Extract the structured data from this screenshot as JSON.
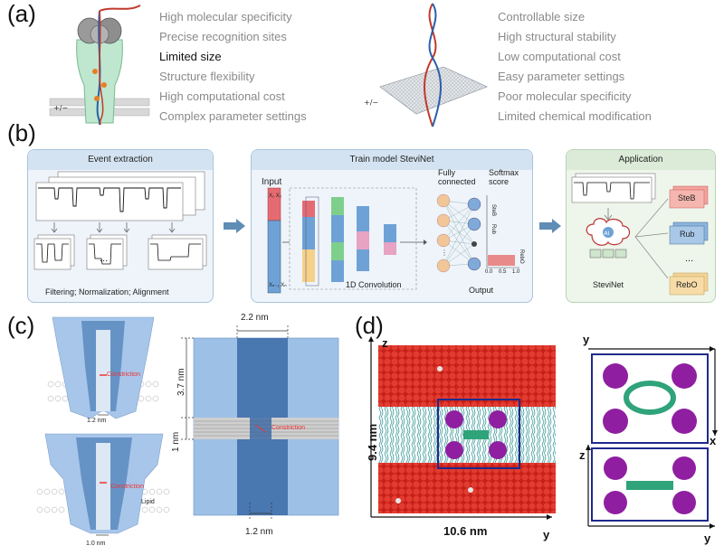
{
  "panels": {
    "a": "(a)",
    "b": "(b)",
    "c": "(c)",
    "d": "(d)"
  },
  "panel_a": {
    "left_features": [
      "High molecular specificity",
      "Precise recognition sites",
      "Limited size",
      "Structure flexibility",
      "High computational cost",
      "Complex parameter settings"
    ],
    "right_features": [
      "Controllable size",
      "High structural stability",
      "Low computational cost",
      "Easy parameter settings",
      "Poor molecular specificity",
      "Limited chemical modification"
    ]
  },
  "panel_b": {
    "event_extraction": {
      "title": "Event extraction",
      "ellipsis": "...",
      "caption": "Filtering; Normalization; Alignment"
    },
    "train_model": {
      "title": "Train model SteviNet",
      "input_label": "Input",
      "x1_label": "X₁ X₂",
      "xn_label": "Xₙ₋₁ Xₙ",
      "conv_label": "1D Convolution",
      "fc_label_1": "Fully",
      "fc_label_2": "connected",
      "softmax_label_1": "Softmax",
      "softmax_label_2": "score",
      "output_label": "Output",
      "score_classes": [
        "SteB",
        "Rub",
        "RebO"
      ],
      "axis_ticks": [
        "0.0",
        "0.5",
        "1.0"
      ]
    },
    "application": {
      "title": "Application",
      "net_label": "SteviNet",
      "ai_label": "AI",
      "ellipsis": "...",
      "classes": [
        "SteB",
        "Rub",
        "RebO"
      ]
    }
  },
  "panel_c": {
    "top_constriction": "Constriction",
    "top_width": "1.2 nm",
    "bottom_constriction": "Constriction",
    "bottom_lipid": "Lipid",
    "bottom_width": "1.0 nm",
    "dim_top": "2.2 nm",
    "dim_height": "3.7 nm",
    "dim_membrane": "1 nm",
    "dim_bottom": "1.2 nm",
    "constriction_label": "Constriction"
  },
  "panel_d": {
    "z_label": "z",
    "height_label": "9.4 nm",
    "width_label": "10.6 nm",
    "y_label": "y",
    "right_top_y": "y",
    "right_x": "x",
    "right_z": "z",
    "right_bottom_y": "y"
  },
  "colors": {
    "pore_blue": "#5a86c4",
    "water_red": "#d52a22",
    "lipid_teal": "#3d9a9a",
    "molecule_purple": "#8f1fa0",
    "molecule_green": "#2fa37a",
    "frame_navy": "#1f2a8c",
    "box_border": "#a9c4dc"
  }
}
